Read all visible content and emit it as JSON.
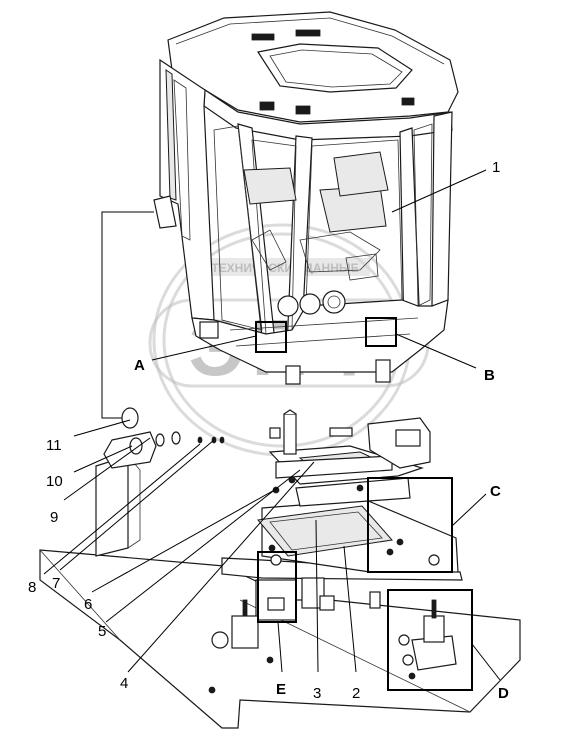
{
  "watermark": {
    "banner": "ТЕХНИЧЕСКИЕ ДАННЫЕ",
    "letters": "ЭПФ"
  },
  "callouts": {
    "n1": "1",
    "n2": "2",
    "n3": "3",
    "n4": "4",
    "n5": "5",
    "n6": "6",
    "n7": "7",
    "n8": "8",
    "n9": "9",
    "n10": "10",
    "n11": "11",
    "A": "A",
    "B": "B",
    "C": "C",
    "D": "D",
    "E": "E"
  }
}
